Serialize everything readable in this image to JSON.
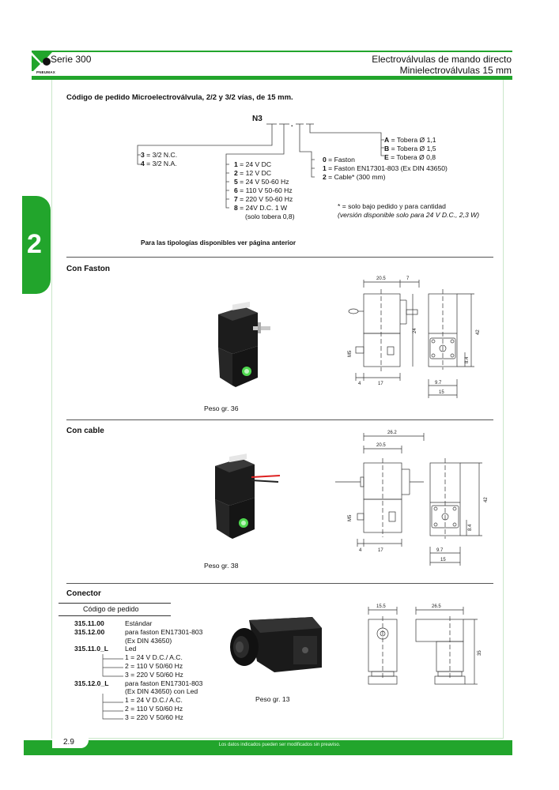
{
  "header": {
    "series": "Serie 300",
    "title_line1": "Electroválvulas de mando directo",
    "title_line2": "Minielectroválvulas 15 mm",
    "logo_text": "PNEUMAX"
  },
  "section_tab": "2",
  "order": {
    "title": "Código de pedido Microelectroválvula, 2/2 y 3/2 vías, de 15 mm.",
    "code": "N3",
    "nozzle": [
      {
        "k": "A",
        "v": " = Tobera Ø 1,1"
      },
      {
        "k": "B",
        "v": " = Tobera Ø 1,5"
      },
      {
        "k": "E",
        "v": " = Tobera Ø 0,8"
      }
    ],
    "function": [
      {
        "k": "3",
        "v": " = 3/2 N.C."
      },
      {
        "k": "4",
        "v": " = 3/2 N.A."
      }
    ],
    "voltage": [
      {
        "k": "1",
        "v": " = 24 V DC"
      },
      {
        "k": "2",
        "v": " = 12 V DC"
      },
      {
        "k": "5",
        "v": " = 24 V 50-60 Hz"
      },
      {
        "k": "6",
        "v": " = 110 V 50-60 Hz"
      },
      {
        "k": "7",
        "v": " = 220 V 50-60 Hz"
      },
      {
        "k": "8",
        "v": " = 24V D.C. 1 W"
      }
    ],
    "voltage_note": "(solo tobera 0,8)",
    "connection": [
      {
        "k": "0",
        "v": " = Faston"
      },
      {
        "k": "1",
        "v": " = Faston EN17301-803 (Ex DIN 43650)"
      },
      {
        "k": "2",
        "v": " = Cable* (300 mm)"
      }
    ],
    "footnote_1": "* = solo bajo pedido y para cantidad",
    "footnote_2": "(versión disponible solo para 24 V D.C., 2,3 W)",
    "typologies": "Para las tipologías disponibles ver página anterior"
  },
  "faston": {
    "heading": "Con Faston",
    "weight": "Peso gr. 36",
    "dims": {
      "d1": "20.5",
      "d2": "7",
      "d3": "24",
      "d4": "M5",
      "d5": "4",
      "d6": "17",
      "d7": "42",
      "d8": "8.4",
      "d9": "9.7",
      "d10": "15"
    }
  },
  "cable": {
    "heading": "Con cable",
    "weight": "Peso gr. 38",
    "dims": {
      "d1": "26.2",
      "d2": "20.5",
      "d3": "M5",
      "d4": "4",
      "d5": "17",
      "d6": "42",
      "d7": "8.4",
      "d8": "9.7",
      "d9": "15"
    }
  },
  "connector": {
    "heading": "Conector",
    "table_header": "Código de pedido",
    "weight": "Peso gr. 13",
    "dims": {
      "d1": "15.5",
      "d2": "26.5",
      "d3": "35"
    },
    "rows": [
      {
        "code": "315.11.00",
        "desc": "Estándar"
      },
      {
        "code": "315.12.00",
        "desc": "para faston EN17301-803"
      },
      {
        "code": "",
        "desc": "(Ex DIN 43650)"
      },
      {
        "code": "315.11.0_L",
        "desc": "Led"
      }
    ],
    "led1": [
      "1 = 24  V D.C./ A.C.",
      "2 = 110 V 50/60 Hz",
      "3 = 220 V 50/60 Hz"
    ],
    "row5_code": "315.12.0_L",
    "row5_desc1": "para faston  EN17301-803",
    "row5_desc2": "(Ex DIN 43650) con Led",
    "led2": [
      "1 = 24  V D.C./ A.C.",
      "2 = 110 V 50/60 Hz",
      "3 = 220 V 50/60 Hz"
    ]
  },
  "footer": {
    "page": "2.9",
    "note": "Los datos indicados pueden ser modificados sin preaviso."
  }
}
